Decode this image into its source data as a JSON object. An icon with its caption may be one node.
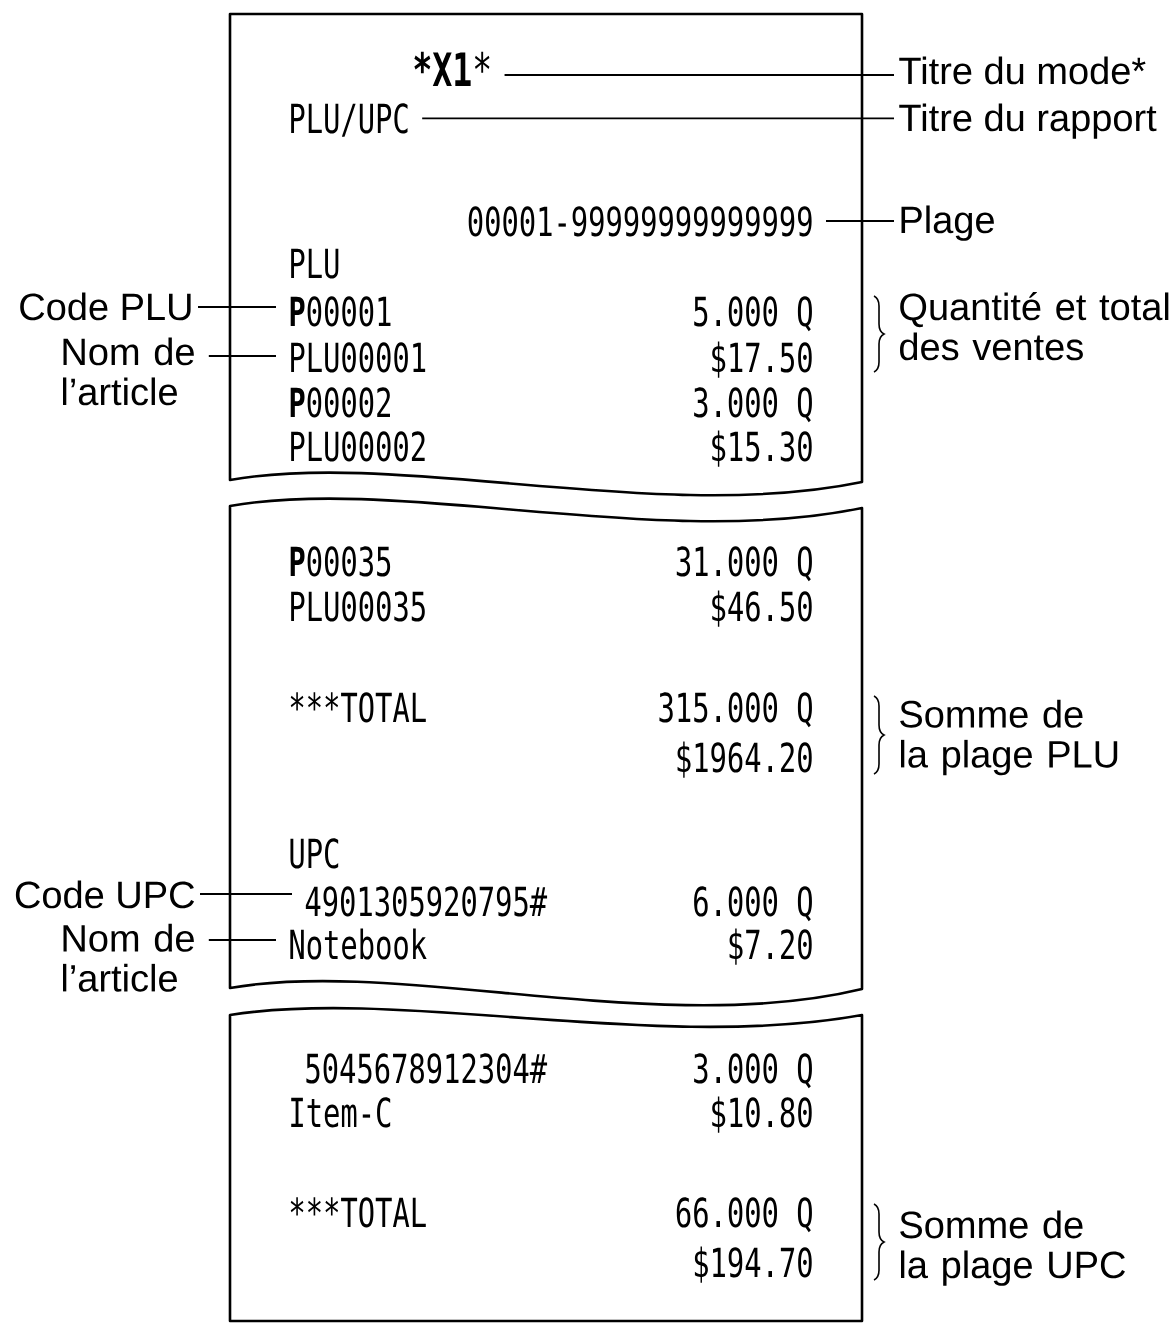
{
  "diagram": {
    "nodes": [
      {
        "text": [
          "PLU",
          "5.000 Q",
          "$17.50",
          "**P**00002",
          "3.000 Q",
          "PLU00002",
          "$15.30"
        ]
      },
      {
        "text": [
          "***X1***"
        ],
        "in": 0
      },
      {
        "text": [
          "PLU/UPC"
        ],
        "in": 0
      },
      {
        "text": [
          "00001-99999999999999"
        ],
        "in": 0
      },
      {
        "text": [
          "**P**00001"
        ],
        "in": 0
      },
      {
        "text": [
          "PLU00001"
        ],
        "in": 0
      },
      {
        "text": [
          "Titre du mode*"
        ]
      },
      {
        "text": [
          "Titre du rapport"
        ]
      },
      {
        "text": [
          "Plage"
        ]
      },
      {
        "text": [
          "Code PLU"
        ]
      },
      {
        "text": [
          "Nom de l’article"
        ]
      },
      {
        "text": [
          "**P**00035",
          "31.000 Q",
          "PLU00035",
          "$46.50",
          "***TOTAL",
          "315.000 Q",
          "$1964.20",
          "UPC",
          "6.000 Q",
          "$7.20"
        ]
      },
      {
        "text": [
          "4901305920795#"
        ],
        "in": 11
      },
      {
        "text": [
          "Notebook"
        ],
        "in": 11
      },
      {
        "text": [
          "Code UPC"
        ]
      },
      {
        "text": [
          "Nom de l’article"
        ]
      },
      {
        "text": [
          "5045678912304#",
          "3.000 Q",
          "Item-C",
          "$10.80",
          "***TOTAL",
          "66.000 Q",
          "$194.70"
        ]
      }
    ],
    "edges": [
      {
        "from": 6,
        "to": 1,
        "arrow": "none"
      },
      {
        "from": 7,
        "to": 2,
        "arrow": "none"
      },
      {
        "from": 8,
        "to": 3,
        "arrow": "none"
      },
      {
        "from": 9,
        "to": 4,
        "arrow": "none"
      },
      {
        "from": 10,
        "to": 5,
        "arrow": "none"
      },
      {
        "from": 14,
        "to": 12,
        "arrow": "none"
      },
      {
        "from": 15,
        "to": 13,
        "arrow": "none"
      }
    ],
    "labels": [
      "Quantité et total des ventes",
      "Somme de la plage PLU",
      "Somme de la plage UPC"
    ]
  }
}
